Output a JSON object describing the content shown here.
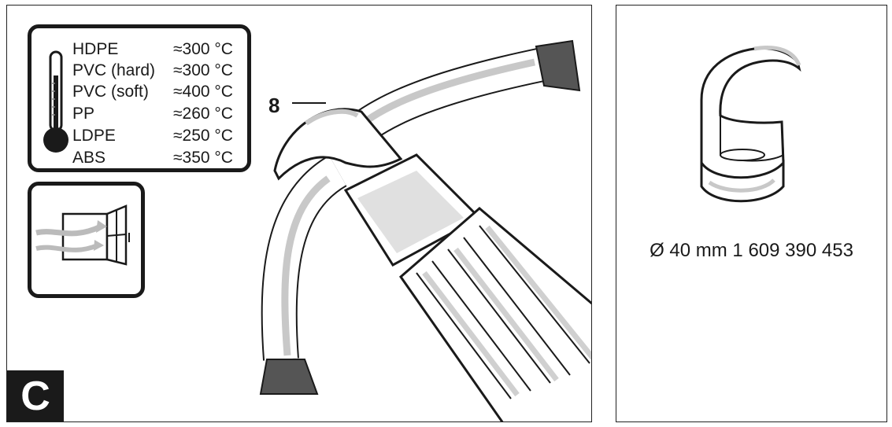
{
  "temperatures": [
    {
      "material": "HDPE",
      "value": "≈300 °C"
    },
    {
      "material": "PVC (hard)",
      "value": "≈300 °C"
    },
    {
      "material": "PVC (soft)",
      "value": "≈400 °C"
    },
    {
      "material": "PP",
      "value": "≈260 °C"
    },
    {
      "material": "LDPE",
      "value": "≈250 °C"
    },
    {
      "material": "ABS",
      "value": "≈350 °C"
    }
  ],
  "callout_label": "8",
  "figure_letter": "C",
  "accessory_caption": "Ø 40 mm 1 609 390 453"
}
